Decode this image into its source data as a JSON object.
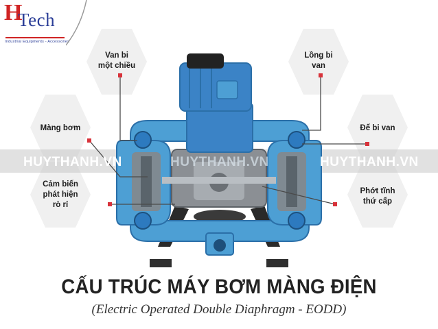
{
  "logo": {
    "letter_h": "H",
    "word": "Tech",
    "tagline": "Industrial Equipments - Accessories",
    "brand_red": "#d02424",
    "brand_blue": "#2c3f98"
  },
  "watermark": {
    "text": "HUYTHANH.VN"
  },
  "labels": {
    "check_valve": "Van bi\nmột chiều",
    "ball_cage": "Lồng bi\nvan",
    "diaphragm": "Màng bơm",
    "ball_seat": "Đế bi van",
    "leak_sensor": "Cảm biến\nphát hiện\nrò rỉ",
    "secondary_seal": "Phớt tĩnh\nthứ cấp"
  },
  "title": "CẤU TRÚC MÁY BƠM MÀNG ĐIỆN",
  "subtitle": "(Electric Operated Double Diaphragm - EODD)",
  "colors": {
    "pump_blue": "#4d9fd4",
    "pump_dark_blue": "#2b6fa8",
    "motor_blue": "#3b83c6",
    "leader_red": "#d8323a",
    "hexagon": "#efefef"
  }
}
